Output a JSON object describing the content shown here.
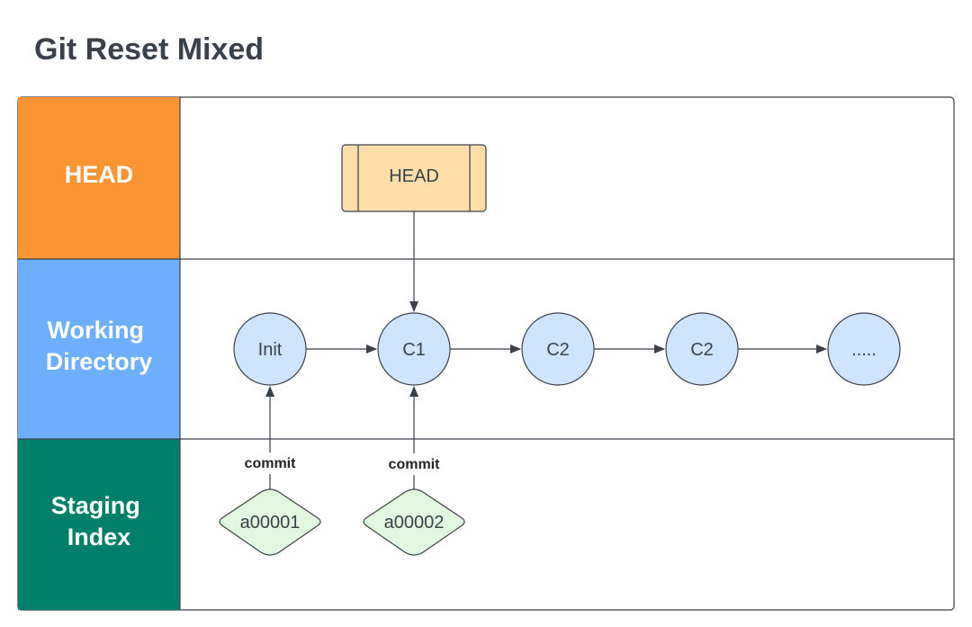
{
  "title": "Git Reset Mixed",
  "lanes": [
    {
      "id": "head",
      "label_lines": [
        "HEAD"
      ],
      "color": "#fb9433"
    },
    {
      "id": "working",
      "label_lines": [
        "Working",
        "Directory"
      ],
      "color": "#6eaffd"
    },
    {
      "id": "staging",
      "label_lines": [
        "Staging",
        "Index"
      ],
      "color": "#00806b"
    }
  ],
  "head_box": {
    "label": "HEAD",
    "fill": "#ffdea9",
    "stroke": "#3a414a"
  },
  "commits": [
    {
      "id": "init",
      "label": "Init"
    },
    {
      "id": "c1",
      "label": "C1"
    },
    {
      "id": "c2a",
      "label": "C2"
    },
    {
      "id": "c2b",
      "label": "C2"
    },
    {
      "id": "more",
      "label": "....."
    }
  ],
  "commit_style": {
    "fill": "#cfe4ff",
    "stroke": "#3a414a"
  },
  "staging": [
    {
      "id": "a00001",
      "label": "a00001",
      "edge_label": "commit"
    },
    {
      "id": "a00002",
      "label": "a00002",
      "edge_label": "commit"
    }
  ],
  "staging_style": {
    "fill": "#e2f7df",
    "stroke": "#3a414a"
  },
  "line_color": "#3a414a"
}
